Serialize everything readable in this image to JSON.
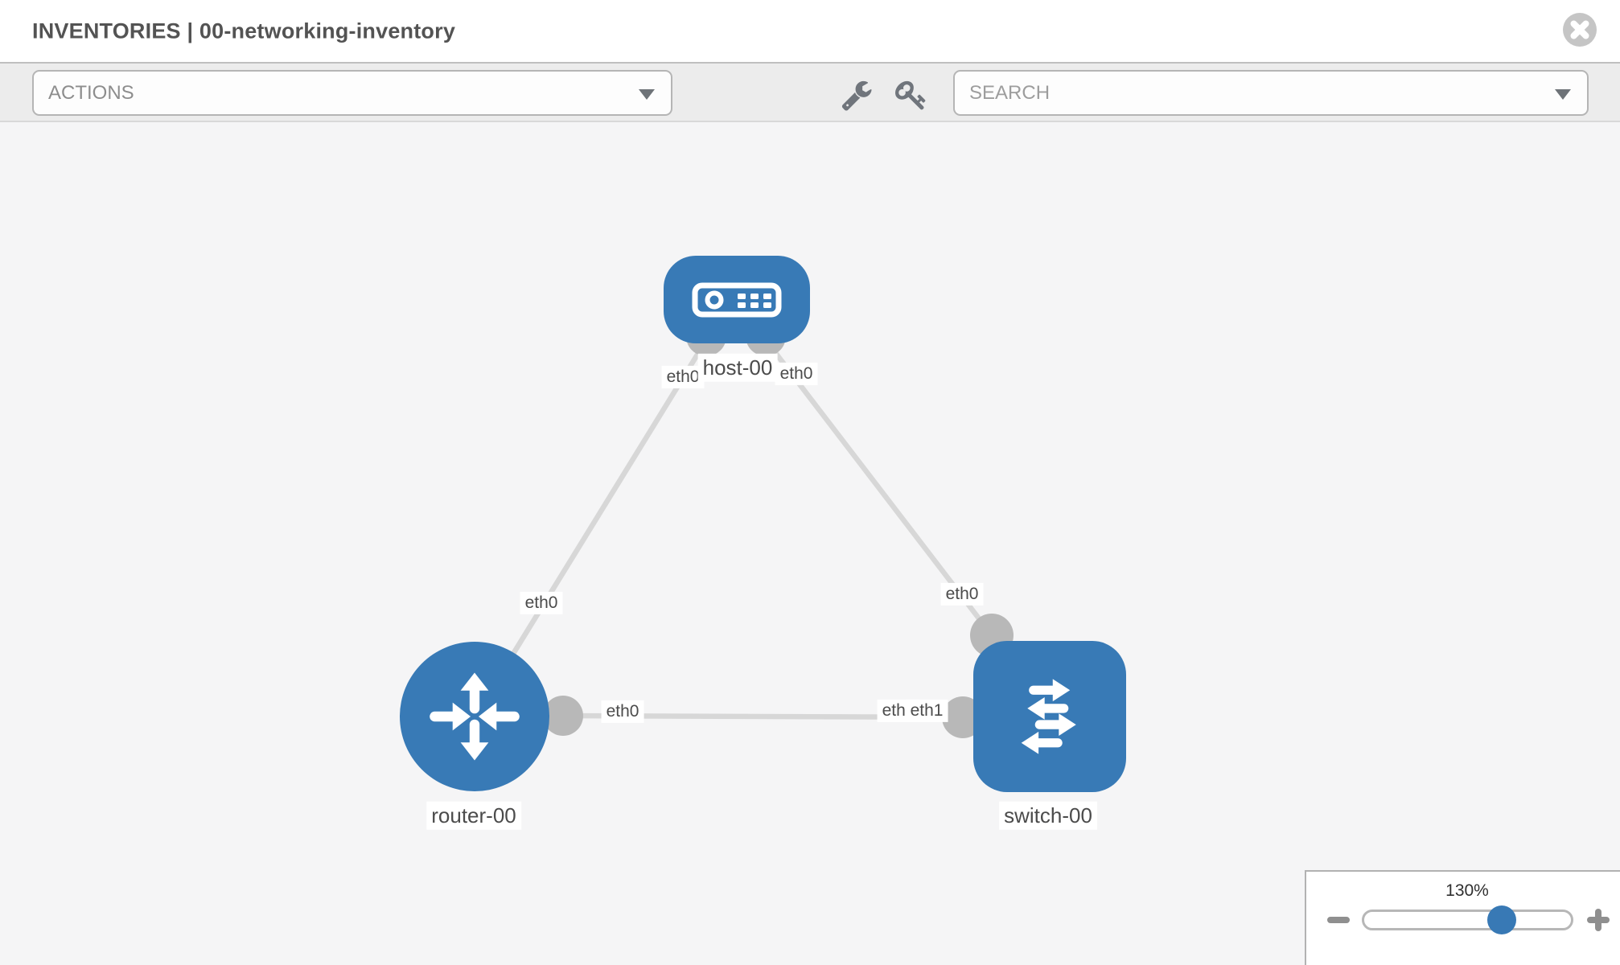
{
  "header": {
    "title": "INVENTORIES | 00-networking-inventory",
    "close_icon": "close-circle-icon"
  },
  "toolbar": {
    "actions_label": "ACTIONS",
    "search_placeholder": "SEARCH",
    "icons": [
      "wrench-icon",
      "key-icon"
    ]
  },
  "topology": {
    "nodes": [
      {
        "id": "host-00",
        "type": "host",
        "label": "host-00",
        "icon": "host-icon"
      },
      {
        "id": "router-00",
        "type": "router",
        "label": "router-00",
        "icon": "router-icon"
      },
      {
        "id": "switch-00",
        "type": "switch",
        "label": "switch-00",
        "icon": "switch-icon"
      }
    ],
    "links": [
      {
        "source": "host-00",
        "target": "router-00"
      },
      {
        "source": "host-00",
        "target": "switch-00"
      },
      {
        "source": "router-00",
        "target": "switch-00"
      }
    ],
    "port_labels": [
      {
        "text": "eth0",
        "near": "host-00-left"
      },
      {
        "text": "eth0",
        "near": "host-00-right"
      },
      {
        "text": "eth0",
        "near": "router-00-top"
      },
      {
        "text": "eth0",
        "near": "switch-00-top"
      },
      {
        "text": "eth0",
        "near": "router-00-right"
      },
      {
        "text": "eth0",
        "near": "switch-00-left-back"
      },
      {
        "text": "eth1",
        "near": "switch-00-left"
      }
    ]
  },
  "zoom_control": {
    "level": "130%",
    "slider_position_pct": 65,
    "minus_icon": "minus-icon",
    "plus_icon": "plus-icon"
  },
  "colors": {
    "node_blue": "#387ab6",
    "port_gray": "#b8b8b8",
    "link_gray": "#d7d7d7",
    "slider_knob_blue": "#3879b5"
  }
}
